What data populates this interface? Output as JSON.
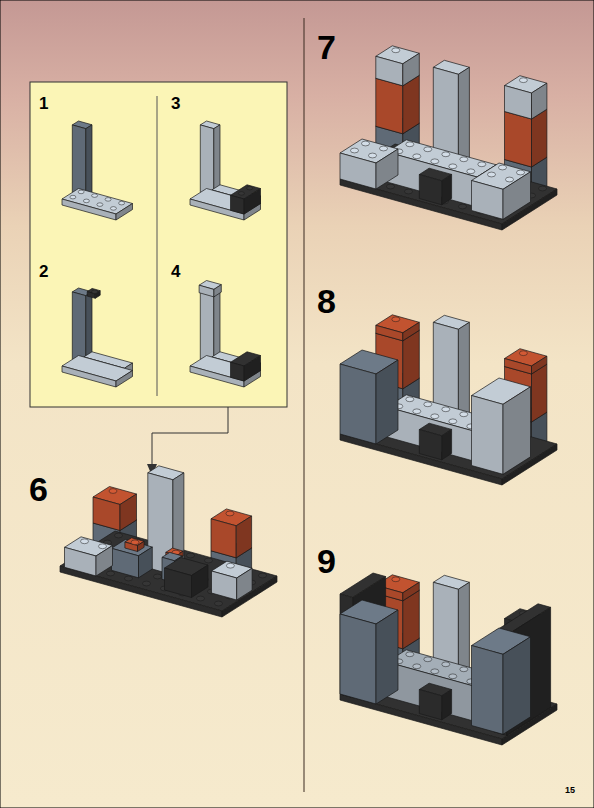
{
  "diagram": {
    "labels": [
      "1",
      "3",
      "2",
      "4",
      "6",
      "7",
      "8",
      "9",
      "15"
    ]
  }
}
